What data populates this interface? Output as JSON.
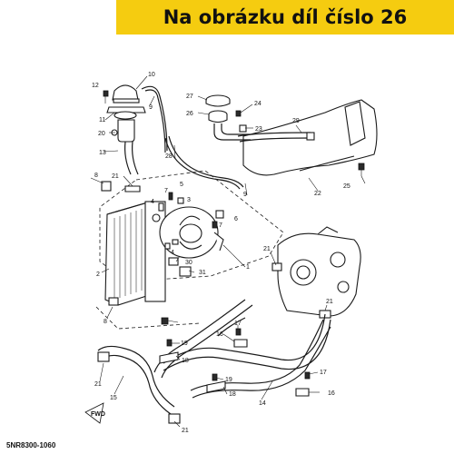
{
  "banner": {
    "text": "Na obrázku díl číslo 26",
    "color": "#f5cc10"
  },
  "catalog_code": "5NR8300-1060",
  "fwd_label": "FWD",
  "callouts": {
    "c1": "1",
    "c2": "2",
    "c3": "3",
    "c4a": "4",
    "c4b": "4",
    "c5": "5",
    "c6": "6",
    "c7a": "7",
    "c7b": "7",
    "c8a": "8",
    "c8b": "8",
    "c9a": "9",
    "c9b": "9",
    "c10": "10",
    "c11": "11",
    "c12": "12",
    "c13": "13",
    "c14": "14",
    "c15": "15",
    "c16a": "16",
    "c16b": "16",
    "c17a": "17",
    "c17b": "17",
    "c18a": "18",
    "c18b": "18",
    "c19a": "19",
    "c19b": "19",
    "c20": "20",
    "c21a": "21",
    "c21b": "21",
    "c21c": "21",
    "c21d": "21",
    "c21e": "21",
    "c22": "22",
    "c23": "23",
    "c24": "24",
    "c25": "25",
    "c26": "26",
    "c27": "27",
    "c28": "28",
    "c29": "29",
    "c30": "30",
    "c31": "31"
  }
}
